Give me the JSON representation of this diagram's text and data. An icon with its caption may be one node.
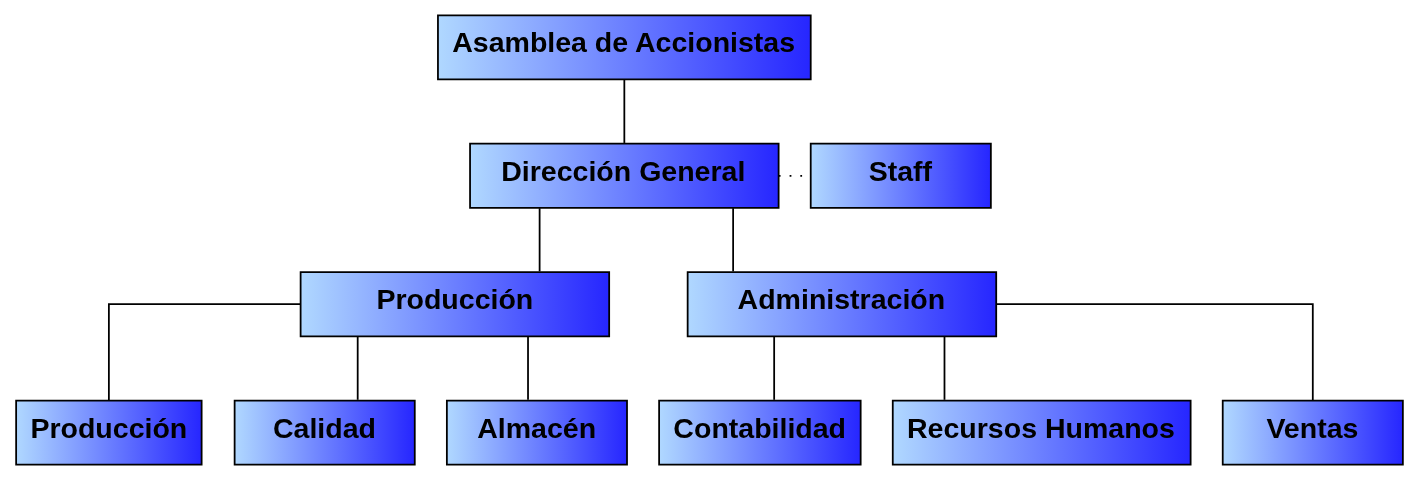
{
  "diagram": {
    "nodes": [
      {
        "text": [
          "Asamblea de Accionistas"
        ]
      },
      {
        "text": [
          "Dirección General"
        ]
      },
      {
        "text": [
          "Staff"
        ]
      },
      {
        "text": [
          "Producción"
        ]
      },
      {
        "text": [
          "Administración"
        ]
      },
      {
        "text": [
          "Producción"
        ]
      },
      {
        "text": [
          "Calidad"
        ]
      },
      {
        "text": [
          "Almacén"
        ]
      },
      {
        "text": [
          "Contabilidad"
        ]
      },
      {
        "text": [
          "Recursos Humanos"
        ]
      },
      {
        "text": [
          "Ventas"
        ]
      }
    ],
    "edges": [
      {
        "from": 0,
        "to": 1,
        "arrow": "none"
      },
      {
        "from": 1,
        "to": 2,
        "arrow": "none",
        "style": "dashed"
      },
      {
        "from": 1,
        "to": 3,
        "arrow": "none"
      },
      {
        "from": 1,
        "to": 4,
        "arrow": "none"
      },
      {
        "from": 3,
        "to": 5,
        "arrow": "none"
      },
      {
        "from": 3,
        "to": 6,
        "arrow": "none"
      },
      {
        "from": 3,
        "to": 7,
        "arrow": "none"
      },
      {
        "from": 4,
        "to": 8,
        "arrow": "none"
      },
      {
        "from": 4,
        "to": 9,
        "arrow": "none"
      },
      {
        "from": 4,
        "to": 10,
        "arrow": "none"
      }
    ]
  }
}
